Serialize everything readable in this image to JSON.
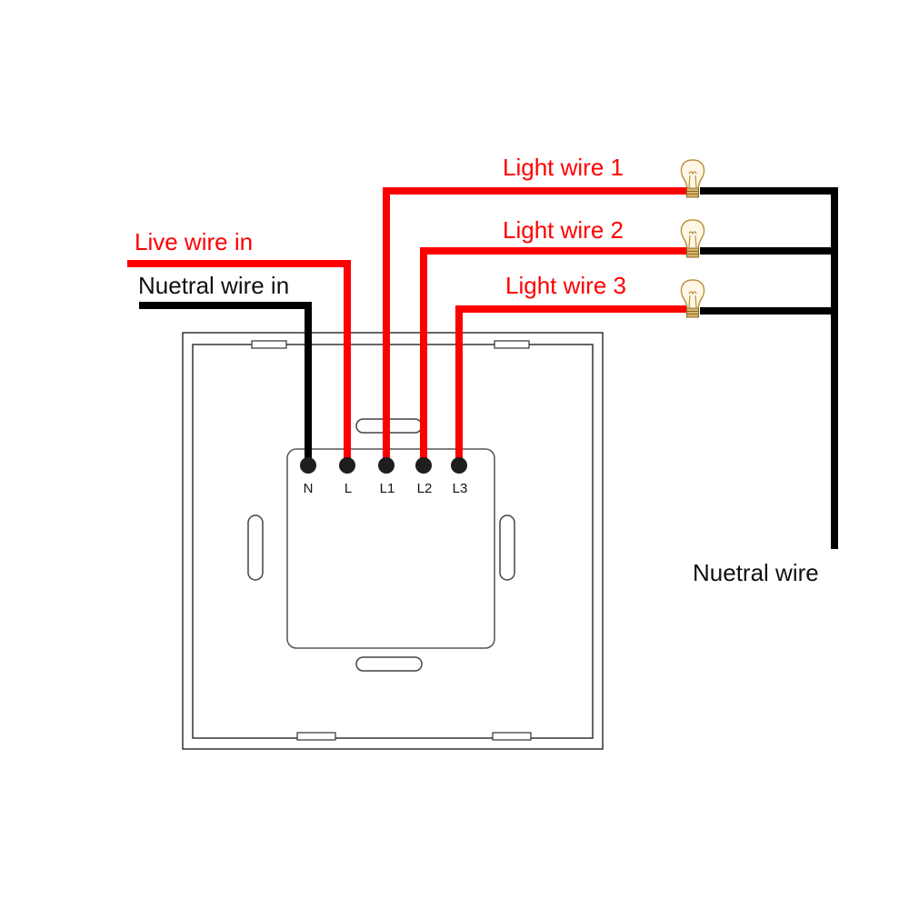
{
  "labels": {
    "live_in": "Live wire in",
    "neutral_in": "Nuetral wire in",
    "light1": "Light wire 1",
    "light2": "Light wire 2",
    "light3": "Light wire 3",
    "neutral_out": "Nuetral wire"
  },
  "terminals": {
    "n": "N",
    "l": "L",
    "l1": "L1",
    "l2": "L2",
    "l3": "L3"
  },
  "colors": {
    "live": "#ff0000",
    "neutral": "#000000",
    "bulb": "#c8a44a"
  }
}
